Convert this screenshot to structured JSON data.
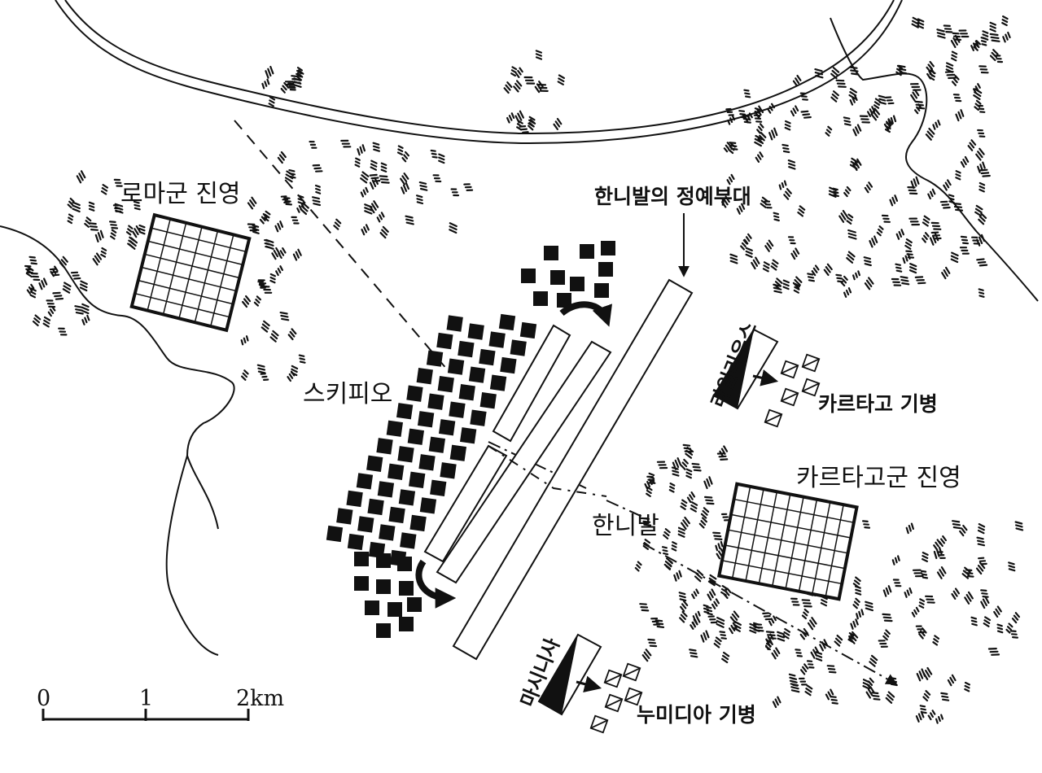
{
  "labels": {
    "roman_camp": "로마군 진영",
    "hannibal_elite": "한니발의 정예부대",
    "scipio": "스키피오",
    "laelius": "라일리우스",
    "carthaginian_cavalry": "카르타고 기병",
    "carthaginian_camp": "카르타고군 진영",
    "hannibal": "한니발",
    "masinissa": "마시니사",
    "numidian_cavalry": "누미디아 기병"
  },
  "scale_bar": {
    "ticks": [
      "0",
      "1",
      "2km"
    ]
  },
  "colors": {
    "ink": "#111111",
    "background": "#ffffff"
  }
}
